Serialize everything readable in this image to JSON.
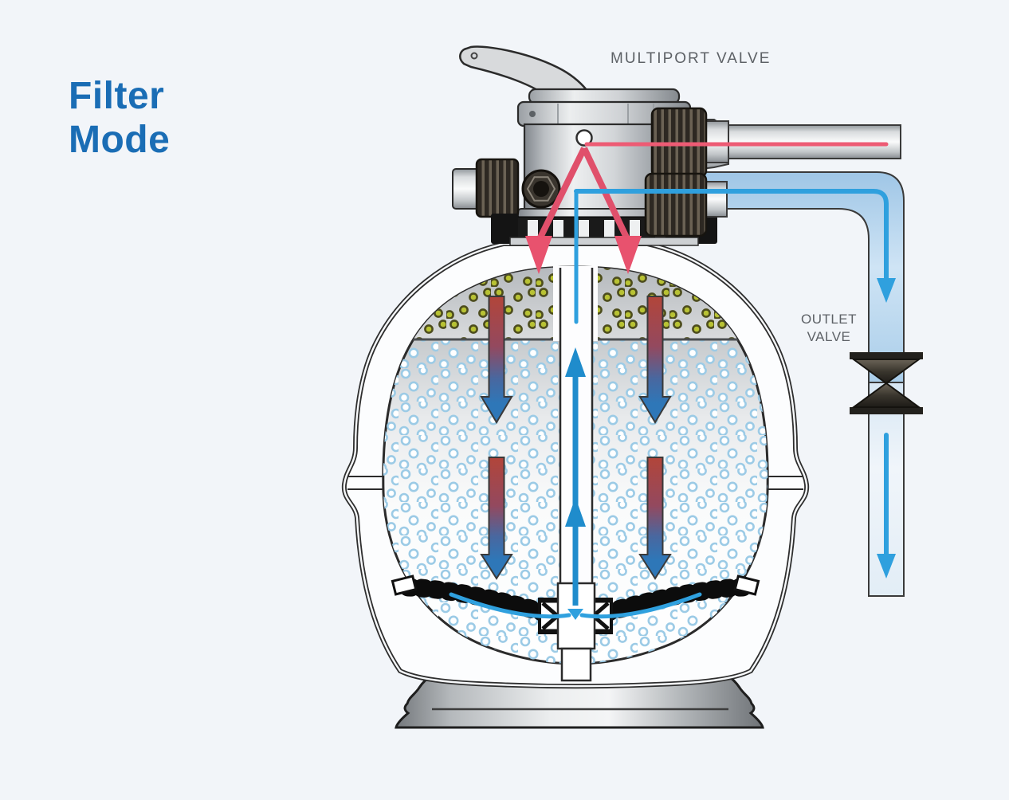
{
  "title": {
    "text": "Filter Mode"
  },
  "labels": {
    "multiport_valve": "MULTIPORT VALVE",
    "outlet_valve": "OUTLET VALVE"
  },
  "colors": {
    "background": "#f2f5f9",
    "title_text": "#1a6db5",
    "label_text": "#5d6166",
    "inlet_flow_red": "#e8526e",
    "outlet_flow_blue": "#2fa0de",
    "pipe_water": "#b7d6ee",
    "dirt_particle": "#b8c234",
    "sand_particle": "#9ccbe6",
    "tank_fill": "#fcfdfe",
    "metal_dark": "#453f37"
  }
}
